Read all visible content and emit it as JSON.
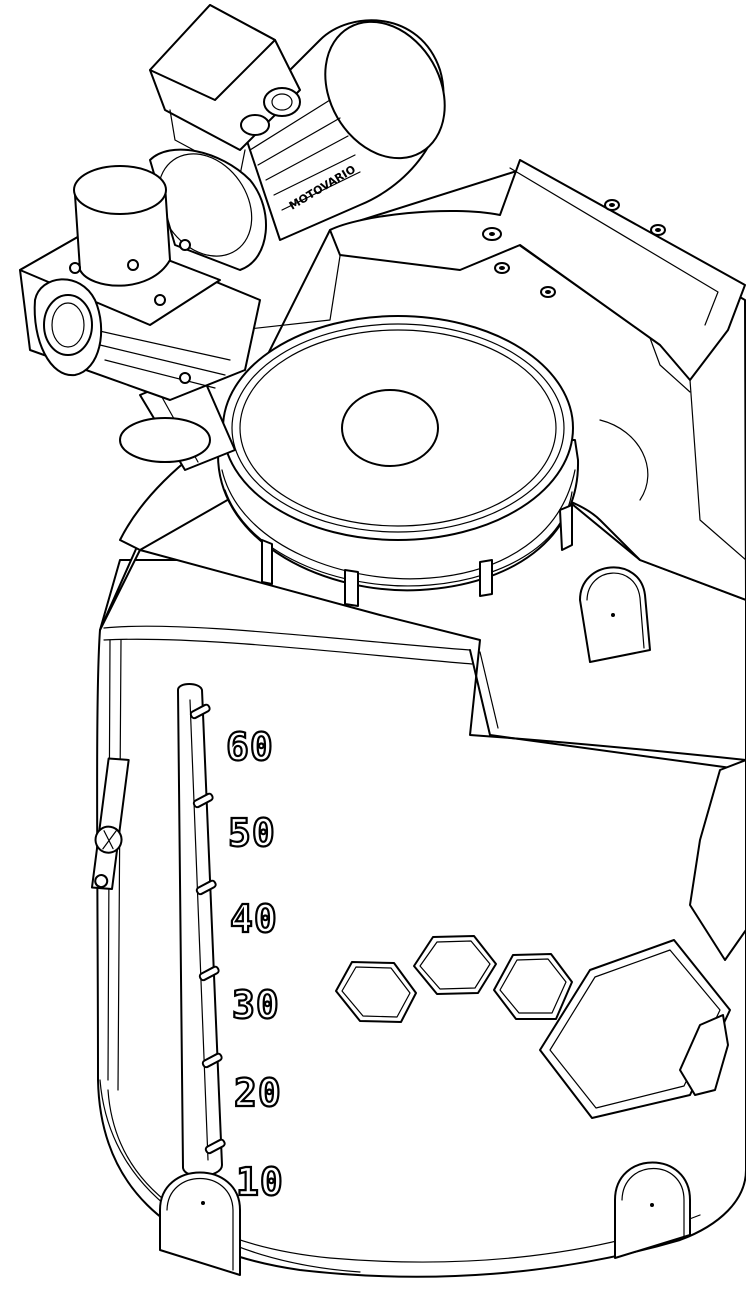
{
  "drawing": {
    "motor_label": "MOTOVARIO",
    "scale_marks": [
      "60",
      "50",
      "40",
      "30",
      "20",
      "10"
    ]
  }
}
